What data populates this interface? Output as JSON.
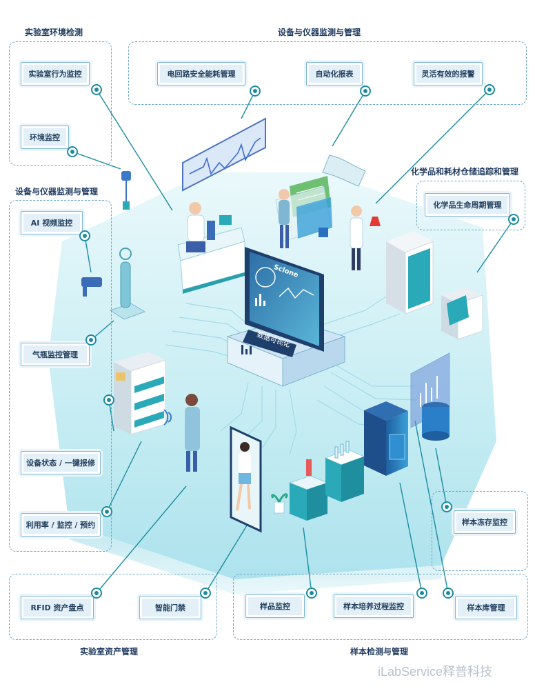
{
  "sections": {
    "lab_env": "实验室环境检测",
    "device_top": "设备与仪器监测与管理",
    "device_left": "设备与仪器监测与管理",
    "chem": "化学品和耗材仓储追踪和管理",
    "asset": "实验室资产管理",
    "sample": "样本检测与管理"
  },
  "labels": {
    "behavior": "实验室行为监控",
    "env": "环境监控",
    "power": "电回路安全能耗管理",
    "report": "自动化报表",
    "alarm": "灵活有效的报警",
    "chem_life": "化学品生命周期管理",
    "ai_video": "AI 视频监控",
    "gas": "气瓶监控管理",
    "device_status": "设备状态 / 一键报修",
    "usage": "利用率 / 监控 / 预约",
    "rfid": "RFID 资产盘点",
    "door": "智能门禁",
    "sample_mon": "样品监控",
    "culture": "样本培养过程监控",
    "freeze": "样本冻存监控",
    "library": "样本库管理"
  },
  "screen": {
    "brand": "Sclone",
    "caption": "数据可视化"
  },
  "watermark": "iLabService释普科技",
  "colors": {
    "accent": "#1b8ba0",
    "platform": "#cfeef5",
    "text": "#1f3a5f"
  }
}
